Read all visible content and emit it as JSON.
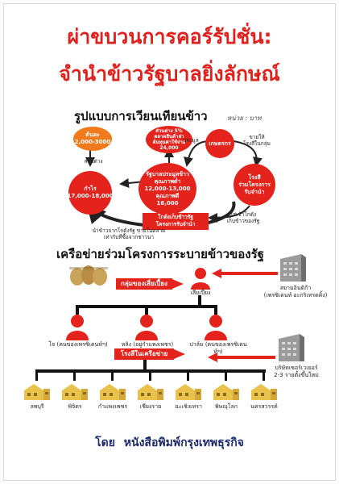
{
  "title": {
    "line1": "ผ่าขบวนการคอร์รัปชั่น:",
    "line2": "จำนำข้าวรัฐบาลยิ่งลักษณ์"
  },
  "cycle": {
    "heading": "รูปแบบการเวียนเทียนข้าว",
    "unit": "หน่วย : บาท",
    "circles": {
      "cost": "ต้นละ\n2,000-3000",
      "profit": "กำไร\n17,000-18,000",
      "gap_top": "ส่วนต่าง 5%\nตลาดสินค้าล่า\nต้นทุนค่าใช้จ่าย\n24,000",
      "center": "รัฐบาลประมูลข้าว\nคุณภาพต่ำ\n12,000-13,000\nคุณภาพดี\n16,000",
      "farmer": "เกษตรกร",
      "mill": "โรงสี\nร่วมโครงการ\nรับจำนำ",
      "warehouse": "โกดังเก็บข้าวรัฐ\nโครงการรับจำนำ"
    },
    "notes": {
      "gap_label": "ส่วนต่าง",
      "buy": "ประมูล",
      "sell_mill": "ขายให้\nโรงสีในกลุ่ม",
      "store": "ใส่เข้าโกดัง\nเก็บข้าวของรัฐ",
      "bottom": "นำข้าวจากโกดังรัฐ ขายในตลาด\nเท่ากับที่ซื้อจากชาวนา"
    }
  },
  "network": {
    "heading": "เครือข่ายร่วมโครงการระบายข้าวของรัฐ",
    "group_label": "กลุ่มของเสี่ยเปี้ยง",
    "leader": "เสี่ยเปี้ยง",
    "company_top": "สยามอินดิก้า\n(เพรซิเดนท์ อะกริเทรดดิ้ง)",
    "agents": [
      "โจ (คนของเพรซิเดนท์ฯ)",
      "หลิง (อยู่กำแพงเพชร)",
      "ปาล์ม (คนของเพรซิเดนท์ฯ)"
    ],
    "mills_label": "โรงสีในเครือข่าย",
    "company_bottom": "บริษัทเซอร์เวเยอร์\n2-3 รายตั้งขึ้นใหม่",
    "provinces": [
      "ลพบุรี",
      "พิจิตร",
      "กำแพงเพชร",
      "เชียงราย",
      "ฉะเชิงเทรา",
      "พิษณุโลก",
      "นครสวรรค์"
    ]
  },
  "footer": {
    "by": "โดย",
    "source": "หนังสือพิมพ์กรุงเทพธุรกิจ"
  },
  "colors": {
    "red": "#e3231c",
    "orange": "#f07a1c",
    "navy": "#1b2a6b"
  }
}
